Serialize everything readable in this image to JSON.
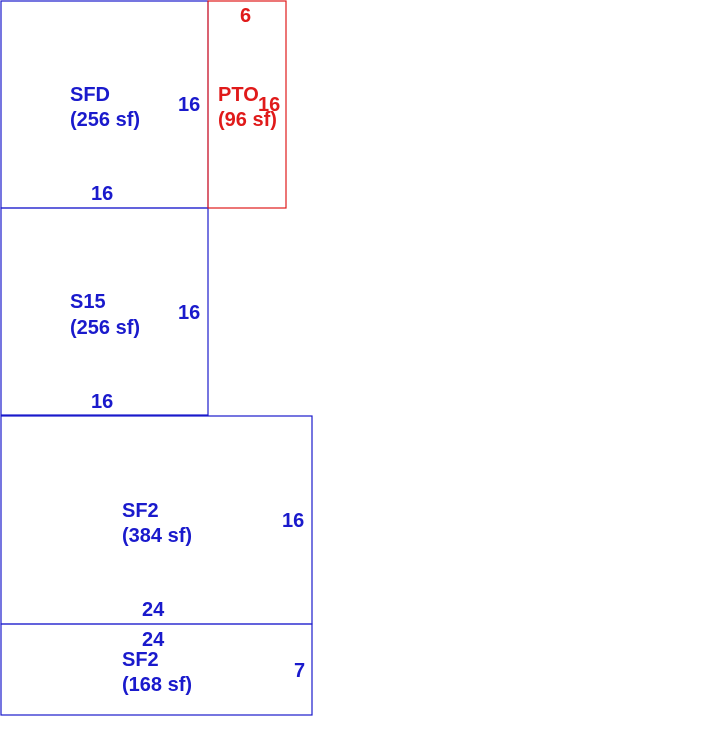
{
  "colors": {
    "main": "#1a1acc",
    "accessory": "#e01a1a"
  },
  "areas": [
    {
      "name": "SFD",
      "area": "(256 sf)",
      "side_dimension": "16",
      "bottom_dimension": "16",
      "color": "#1a1acc"
    },
    {
      "name": "PTO",
      "area": "(96 sf)",
      "top_dimension": "6",
      "side_dimension": "16",
      "color": "#e01a1a"
    },
    {
      "name": "S15",
      "area": "(256 sf)",
      "side_dimension": "16",
      "bottom_dimension": "16",
      "color": "#1a1acc"
    },
    {
      "name": "SF2",
      "area": "(384 sf)",
      "side_dimension": "16",
      "bottom_dimension": "24",
      "color": "#1a1acc"
    },
    {
      "name": "SF2",
      "area": "(168 sf)",
      "top_dimension": "24",
      "side_dimension": "7",
      "color": "#1a1acc"
    }
  ]
}
